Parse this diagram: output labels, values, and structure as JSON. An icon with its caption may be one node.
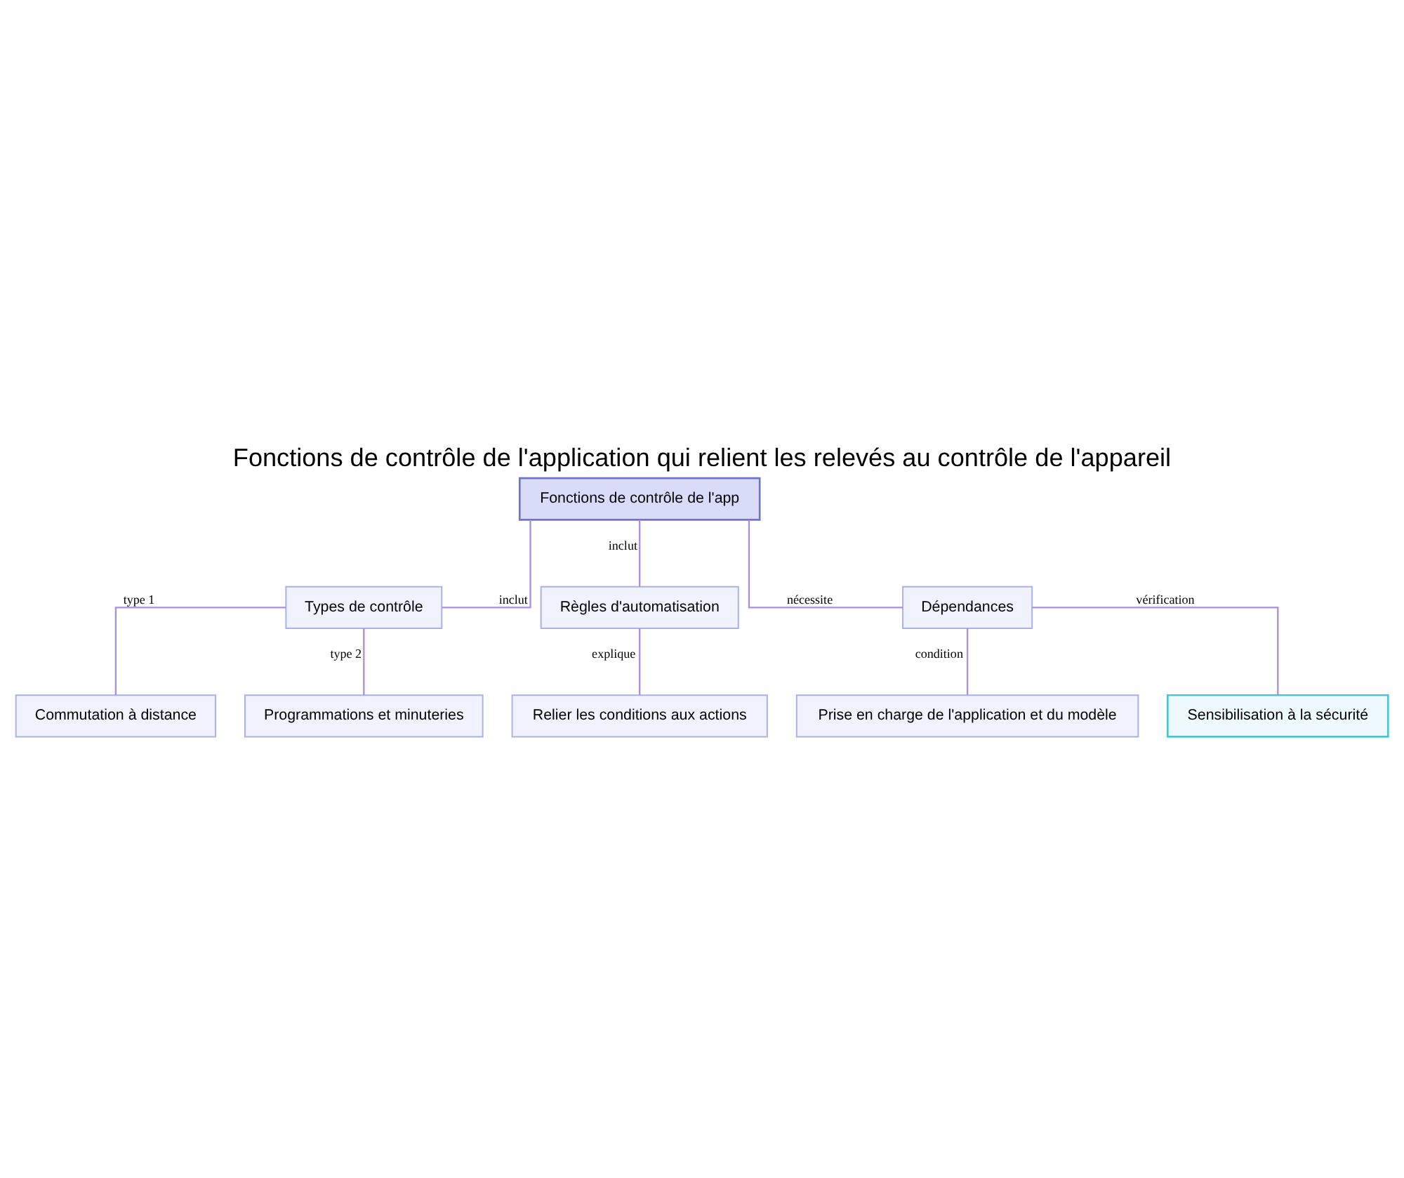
{
  "diagram": {
    "title": "Fonctions de contrôle de l'application qui relient les relevés au contrôle de l'appareil",
    "nodes": [
      {
        "text": [
          "Fonctions de contrôle de l'app"
        ]
      },
      {
        "text": [
          "Types de contrôle"
        ]
      },
      {
        "text": [
          "Règles d'automatisation"
        ]
      },
      {
        "text": [
          "Dépendances"
        ]
      },
      {
        "text": [
          "Commutation à distance"
        ]
      },
      {
        "text": [
          "Programmations et minuteries"
        ]
      },
      {
        "text": [
          "Relier les conditions aux actions"
        ]
      },
      {
        "text": [
          "Prise en charge de l'application et du modèle"
        ]
      },
      {
        "text": [
          "Sensibilisation à la sécurité"
        ]
      }
    ],
    "edges": [
      {
        "from": 0,
        "to": 1,
        "arrow": "none",
        "label": "inclut"
      },
      {
        "from": 0,
        "to": 2,
        "arrow": "none",
        "label": "inclut"
      },
      {
        "from": 0,
        "to": 3,
        "arrow": "none",
        "label": "nécessite"
      },
      {
        "from": 1,
        "to": 4,
        "arrow": "none",
        "label": "type 1"
      },
      {
        "from": 1,
        "to": 5,
        "arrow": "none",
        "label": "type 2"
      },
      {
        "from": 2,
        "to": 6,
        "arrow": "none",
        "label": "explique"
      },
      {
        "from": 3,
        "to": 7,
        "arrow": "none",
        "label": "condition"
      },
      {
        "from": 3,
        "to": 8,
        "arrow": "none",
        "label": "vérification"
      }
    ]
  }
}
